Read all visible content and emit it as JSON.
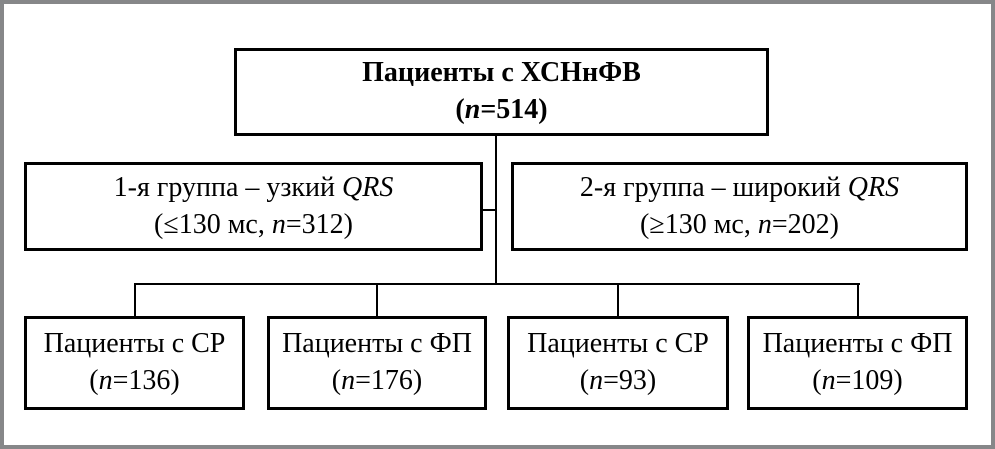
{
  "diagram": {
    "colors": {
      "frame": "#868789",
      "line": "#000000",
      "background": "#ffffff",
      "text": "#000000"
    },
    "root": {
      "title": "Пациенты с ХСНнФВ",
      "count_prefix": "(",
      "count_n": "n",
      "count_suffix": "=514)"
    },
    "groups": [
      {
        "title_prefix": "1-я группа – узкий ",
        "title_qrs": "QRS",
        "detail_prefix": "(≤130 мс, ",
        "detail_n": "n",
        "detail_suffix": "=312)"
      },
      {
        "title_prefix": "2-я группа – широкий ",
        "title_qrs": "QRS",
        "detail_prefix": "(≥130 мс, ",
        "detail_n": "n",
        "detail_suffix": "=202)"
      }
    ],
    "subgroups": [
      {
        "title": "Пациенты с СР",
        "count_prefix": "(",
        "count_n": "n",
        "count_suffix": "=136)"
      },
      {
        "title": "Пациенты с ФП",
        "count_prefix": "(",
        "count_n": "n",
        "count_suffix": "=176)"
      },
      {
        "title": "Пациенты с СР",
        "count_prefix": "(",
        "count_n": "n",
        "count_suffix": "=93)"
      },
      {
        "title": "Пациенты с ФП",
        "count_prefix": "(",
        "count_n": "n",
        "count_suffix": "=109)"
      }
    ]
  }
}
